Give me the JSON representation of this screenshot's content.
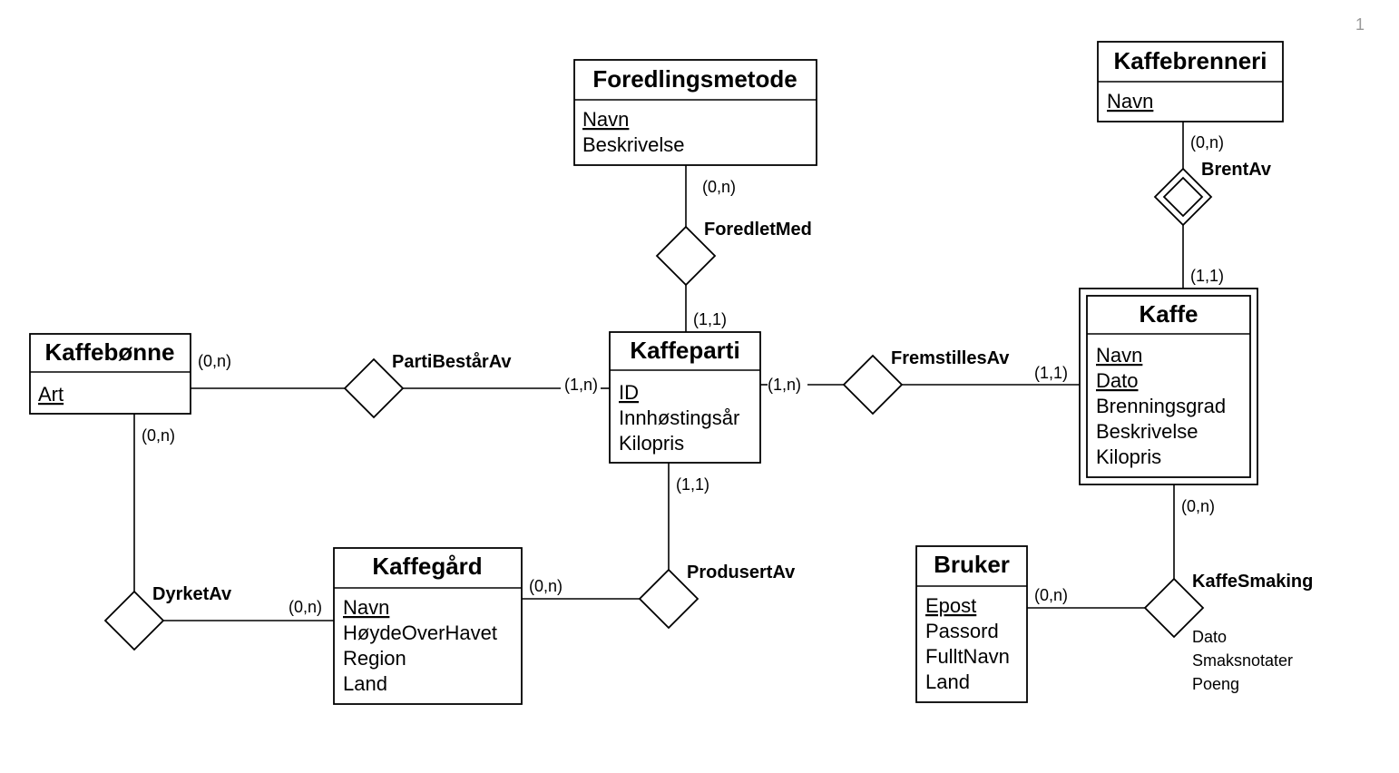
{
  "page_number": "1",
  "entities": {
    "foredlingsmetode": {
      "name": "Foredlingsmetode",
      "attrs": [
        "Navn",
        "Beskrivelse"
      ]
    },
    "kaffebrenneri": {
      "name": "Kaffebrenneri",
      "attrs": [
        "Navn"
      ]
    },
    "kaffebonne": {
      "name": "Kaffebønne",
      "attrs": [
        "Art"
      ]
    },
    "kaffeparti": {
      "name": "Kaffeparti",
      "attrs": [
        "ID",
        "Innhøstingsår",
        "Kilopris"
      ]
    },
    "kaffe": {
      "name": "Kaffe",
      "attrs": [
        "Navn",
        "Dato",
        "Brenningsgrad",
        "Beskrivelse",
        "Kilopris"
      ]
    },
    "kaffegard": {
      "name": "Kaffegård",
      "attrs": [
        "Navn",
        "HøydeOverHavet",
        "Region",
        "Land"
      ]
    },
    "bruker": {
      "name": "Bruker",
      "attrs": [
        "Epost",
        "Passord",
        "FulltNavn",
        "Land"
      ]
    }
  },
  "relationships": {
    "foredletmed": {
      "name": "ForedletMed"
    },
    "brentav": {
      "name": "BrentAv"
    },
    "partibestarav": {
      "name": "PartiBestårAv"
    },
    "fremstillesav": {
      "name": "FremstillesAv"
    },
    "dyrketav": {
      "name": "DyrketAv"
    },
    "produsertav": {
      "name": "ProdusertAv"
    },
    "kaffesmaking": {
      "name": "KaffeSmaking",
      "attrs": [
        "Dato",
        "Smaksnotater",
        "Poeng"
      ]
    }
  },
  "cardinalities": {
    "foredlingsmetode_foredletmed": "(0,n)",
    "kaffeparti_foredletmed": "(1,1)",
    "kaffebrenneri_brentav": "(0,n)",
    "kaffe_brentav": "(1,1)",
    "kaffebonne_partibestarav": "(0,n)",
    "kaffeparti_partibestarav": "(1,n)",
    "kaffeparti_fremstillesav": "(1,n)",
    "kaffe_fremstillesav": "(1,1)",
    "kaffebonne_dyrketav": "(0,n)",
    "kaffegard_dyrketav": "(0,n)",
    "kaffeparti_produsertav": "(1,1)",
    "kaffegard_produsertav": "(0,n)",
    "kaffe_kaffesmaking": "(0,n)",
    "bruker_kaffesmaking": "(0,n)"
  }
}
